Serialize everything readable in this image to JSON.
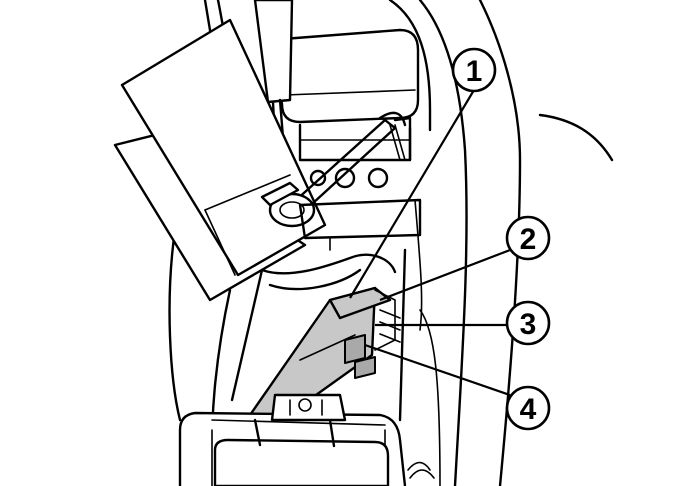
{
  "callouts": [
    {
      "label": "1"
    },
    {
      "label": "2"
    },
    {
      "label": "3"
    },
    {
      "label": "4"
    }
  ],
  "colors": {
    "line": "#000000",
    "module_fill": "#c8c8c8",
    "background": "#ffffff"
  }
}
